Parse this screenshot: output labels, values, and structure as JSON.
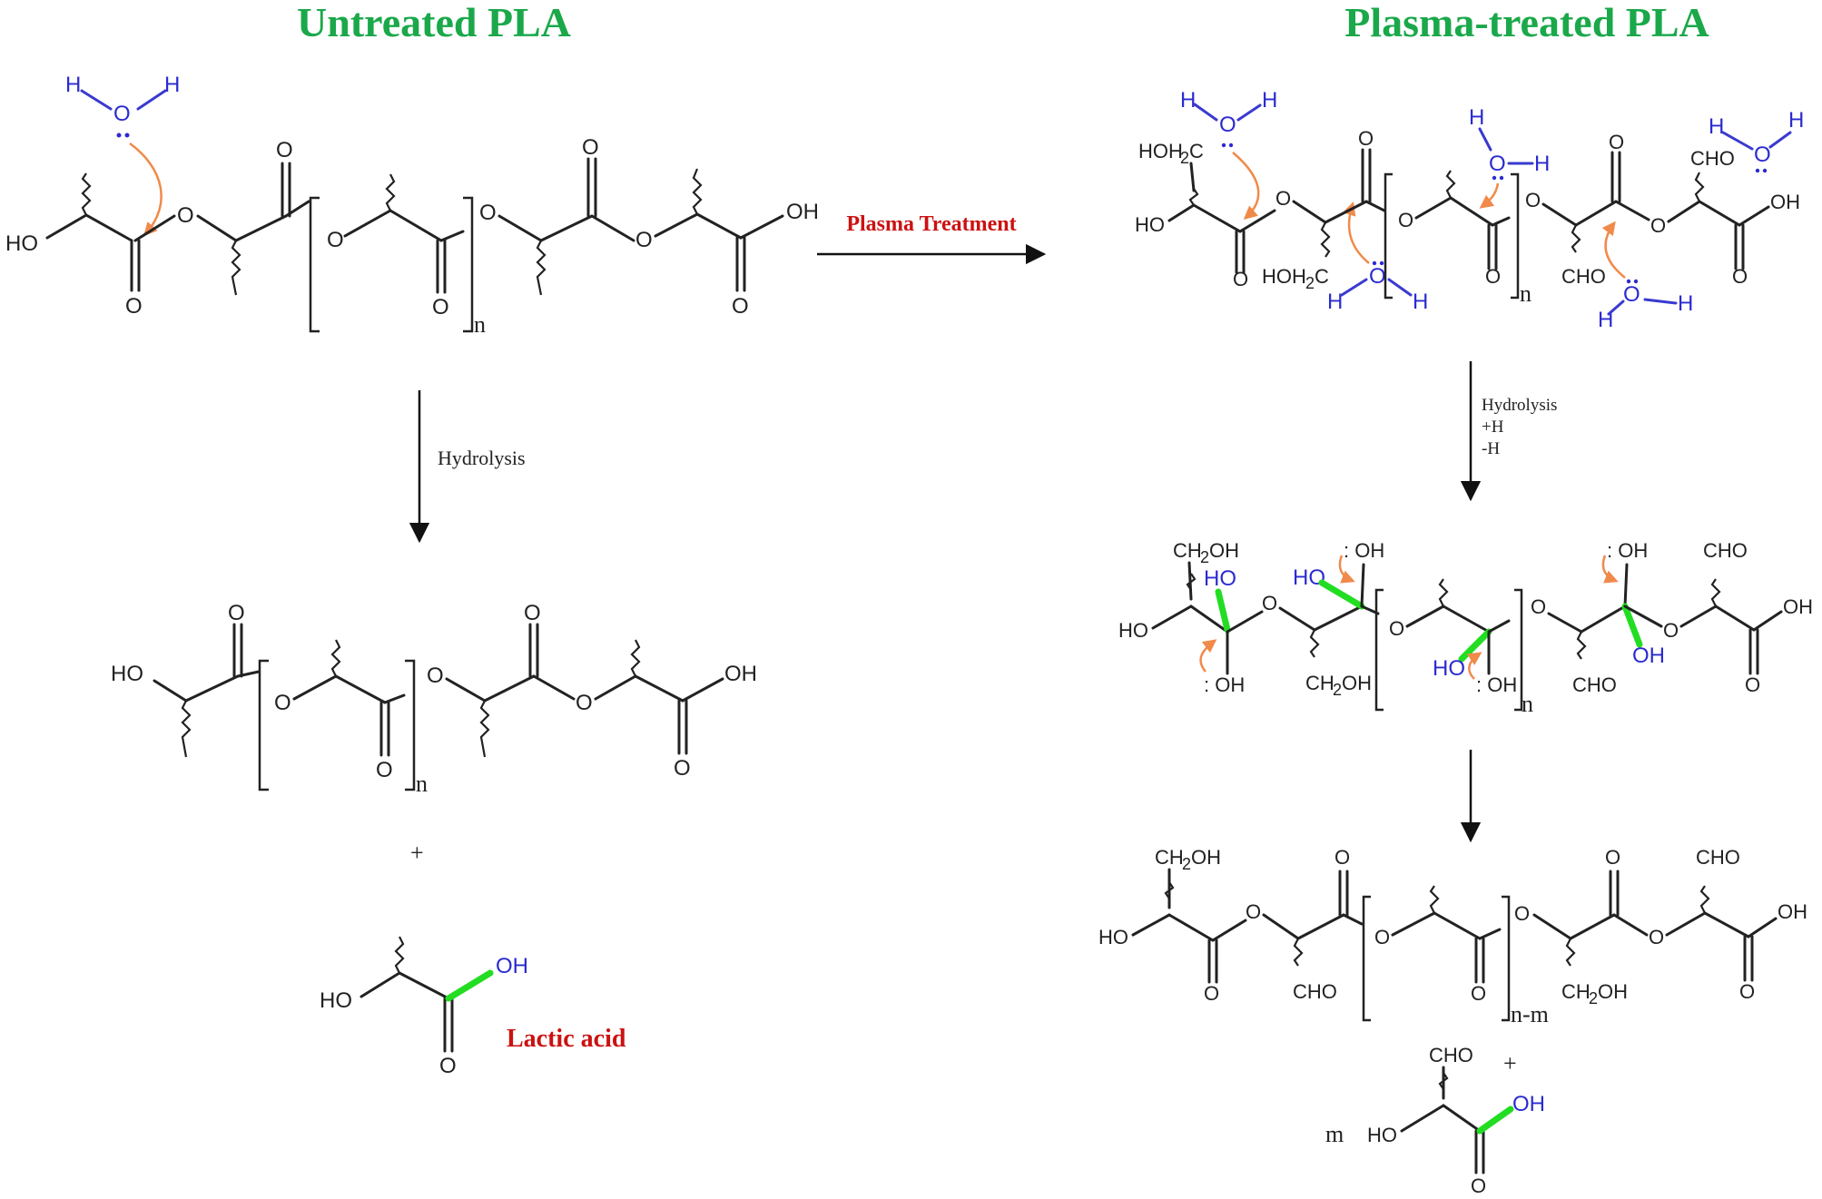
{
  "titles": {
    "left": "Untreated PLA",
    "right": "Plasma-treated PLA"
  },
  "reactions": {
    "plasma": "Plasma Treatment",
    "hydrolysis_left": "Hydrolysis",
    "hydrolysis_right": "Hydrolysis",
    "plus_h": "+H",
    "minus_h": "-H"
  },
  "product_label": "Lactic acid",
  "indices": {
    "n": "n",
    "n_minus_m": "n-m",
    "m": "m",
    "plus": "+"
  },
  "atoms": {
    "H": "H",
    "O": "O",
    "HO": "HO",
    "OH": "OH",
    "CHO": "CHO",
    "HOH2C": "HOH",
    "CH2OH": "CH",
    "lone_pair_OH": ": OH"
  },
  "colors": {
    "title": "#1aa84a",
    "red_label": "#cc1111",
    "water": "#2b2bd0",
    "new_bond": "#22dd22",
    "electron_arrow": "#f08a4b"
  }
}
